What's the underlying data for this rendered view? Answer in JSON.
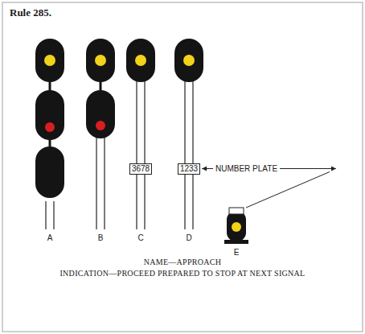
{
  "diagram": {
    "title": "Rule 285.",
    "nodes": [
      {
        "text": [
          "3678"
        ]
      },
      {
        "text": [
          "1233"
        ]
      }
    ],
    "labels": [
      "NUMBER PLATE",
      "A",
      "B",
      "C",
      "D",
      "E",
      "NAME—APPROACH",
      "INDICATION—PROCEED PREPARED TO STOP AT NEXT SIGNAL"
    ]
  }
}
